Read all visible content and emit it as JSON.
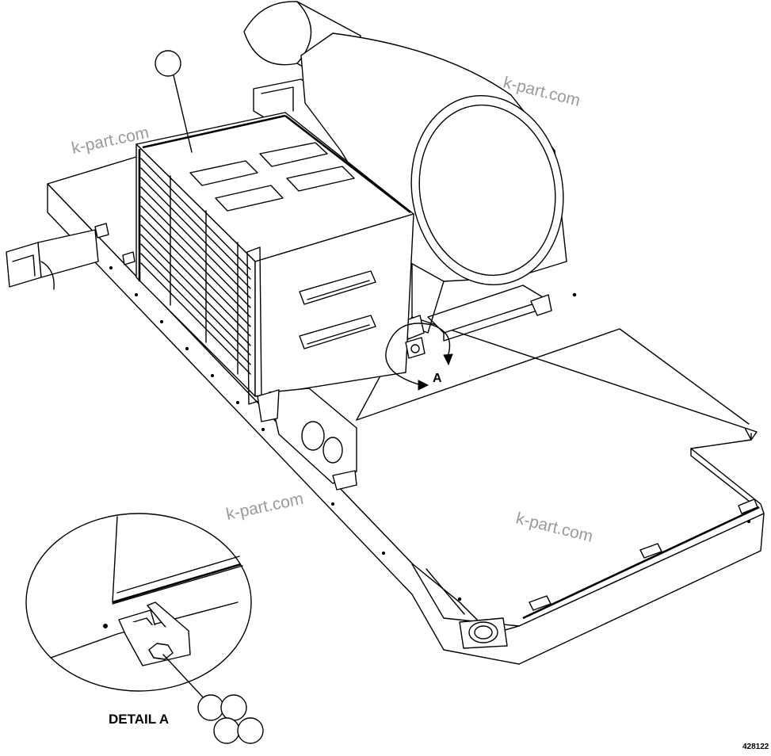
{
  "watermarks": [
    "k-part.com",
    "k-part.com",
    "k-part.com",
    "k-part.com"
  ],
  "labels": {
    "detail": "DETAIL A",
    "view_marker": "A",
    "figure_number": "428122"
  },
  "colors": {
    "line": "#000000",
    "watermark": "#9a9a9a",
    "background": "#ffffff"
  }
}
